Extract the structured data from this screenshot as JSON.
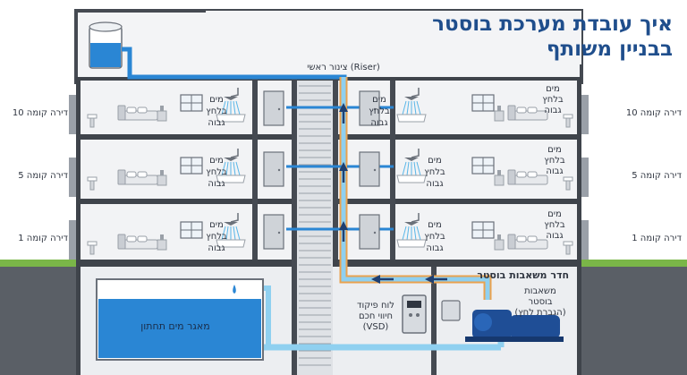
{
  "title": {
    "line1": "איך עובדת מערכת בוסטר",
    "line2": "בבניין משותף"
  },
  "riser_label": "צינור ראשי (Riser)",
  "floor_labels": {
    "left": [
      "דירה קומה 10",
      "דירה קומה 5",
      "דירה קומה 1"
    ],
    "right": [
      "דירה קומה 10",
      "דירה קומה 5",
      "דירה קומה 1"
    ]
  },
  "high_pressure_lines": [
    "מים",
    "בלחץ",
    "גבוה"
  ],
  "booster_room_label": "חדר משאבות בוסטר",
  "pump_label": [
    "משאבות",
    "בוסטר",
    "(הגברת לחץ)"
  ],
  "control_panel_label": [
    "לוח פיקוד",
    "חיווי חכם",
    "(VSD)"
  ],
  "tank_label": "מאגר מים תחתון",
  "colors": {
    "title": "#1f4e8c",
    "water": "#2a86d4",
    "pipe_light": "#8fd0f0",
    "pipe_orange": "#e9a24f",
    "wall": "#454a52",
    "ground": "#7ab648",
    "room": "#f2f3f5",
    "pump": "#1f4e96"
  },
  "icons": [
    "water-tank-icon",
    "bed-icon",
    "nightstand-icon",
    "window-icon",
    "shower-icon",
    "bathtub-icon",
    "sink-icon",
    "door-icon",
    "stairs-icon",
    "flow-arrow-icon",
    "pump-icon",
    "control-panel-icon",
    "water-drop-icon"
  ]
}
